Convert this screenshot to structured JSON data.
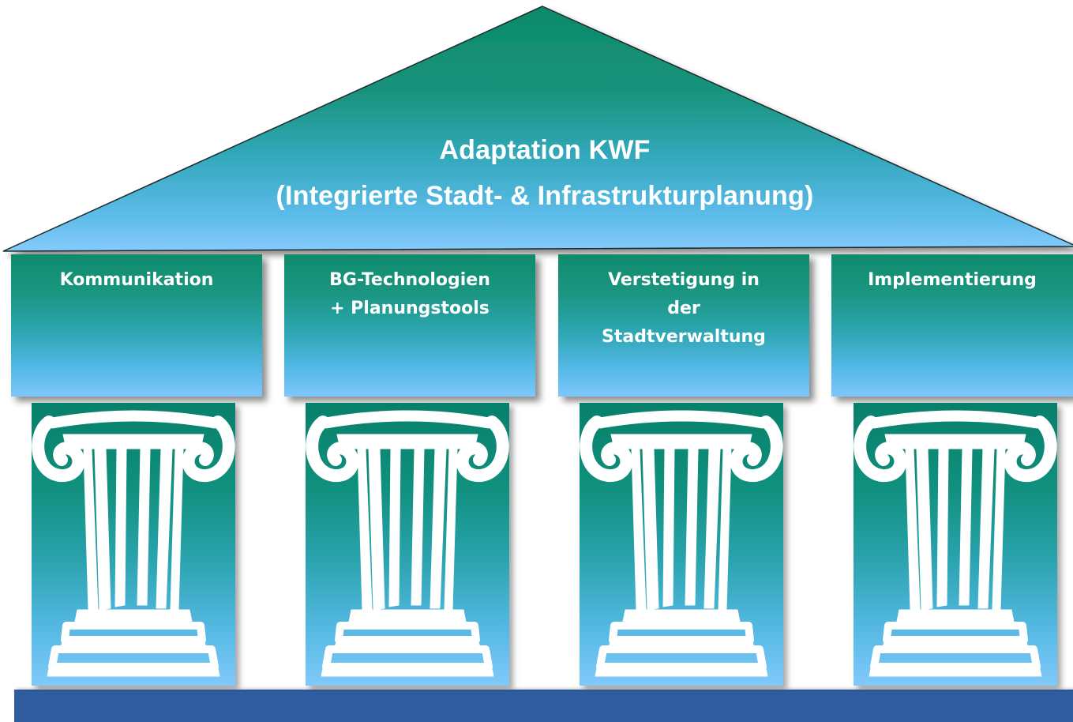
{
  "roof": {
    "line1": "Adaptation KWF",
    "line2": "(Integrierte Stadt- & Infrastrukturplanung)"
  },
  "headers": [
    {
      "label": "Kommunikation"
    },
    {
      "label": "BG-Technologien\n+ Planungstools"
    },
    {
      "label": "Verstetigung in\nder\nStadtverwaltung"
    },
    {
      "label": "Implementierung"
    }
  ],
  "colors": {
    "teal": "#0e8b6c",
    "light_blue": "#7ec7fb",
    "base": "#2f5c9f"
  },
  "icons": [
    "ionic-column-icon"
  ]
}
